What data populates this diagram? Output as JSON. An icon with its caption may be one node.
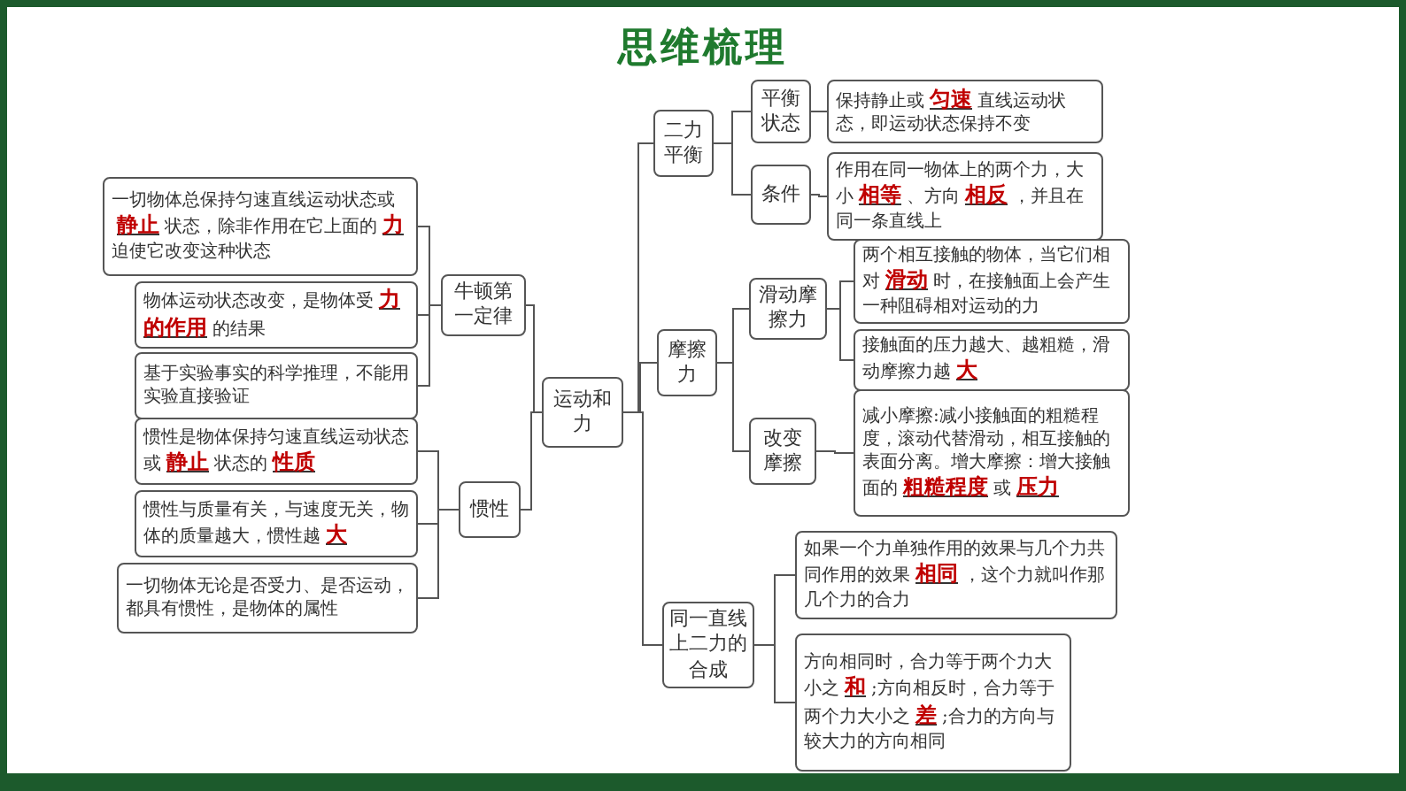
{
  "diagram": {
    "title": "思维梳理",
    "nodes": [
      {
        "text": [
          "运动和力"
        ]
      },
      {
        "text": [
          "牛顿第一定律"
        ]
      },
      {
        "text": [
          "一切物体总保持匀速直线运动状态或**静止**状态，除非作用在它上面的**力**迫使它改变这种状态"
        ]
      },
      {
        "text": [
          "物体运动状态改变，是物体受**力的作用**的结果"
        ]
      },
      {
        "text": [
          "基于实验事实的科学推理，不能用实验直接验证"
        ]
      },
      {
        "text": [
          "惯性"
        ]
      },
      {
        "text": [
          "惯性是物体保持匀速直线运动状态或**静止**状态的**性质**"
        ]
      },
      {
        "text": [
          "惯性与质量有关，与速度无关，物体的质量越大，惯性越**大**"
        ]
      },
      {
        "text": [
          "一切物体无论是否受力、是否运动，都具有惯性，是物体的属性"
        ]
      },
      {
        "text": [
          "二力平衡"
        ]
      },
      {
        "text": [
          "平衡状态"
        ]
      },
      {
        "text": [
          "保持静止或**匀速**直线运动状态，即运动状态保持不变"
        ]
      },
      {
        "text": [
          "条件"
        ]
      },
      {
        "text": [
          "作用在同一物体上的两个力，大小**相等**、方向**相反**，并且在同一条直线上"
        ]
      },
      {
        "text": [
          "摩擦力"
        ]
      },
      {
        "text": [
          "滑动摩擦力"
        ]
      },
      {
        "text": [
          "两个相互接触的物体，当它们相对**滑动**时，在接触面上会产生一种阻碍相对运动的力"
        ]
      },
      {
        "text": [
          "接触面的压力越大、越粗糙，滑动摩擦力越**大**"
        ]
      },
      {
        "text": [
          "改变摩擦"
        ]
      },
      {
        "text": [
          "减小摩擦:减小接触面的粗糙程度，滚动代替滑动，相互接触的表面分离。增大摩擦：增大接触面的**粗糙程度**或**压力**"
        ]
      },
      {
        "text": [
          "同一直线上二力的合成"
        ]
      },
      {
        "text": [
          "如果一个力单独作用的效果与几个力共同作用的效果**相同**，这个力就叫作那几个力的合力"
        ]
      },
      {
        "text": [
          "方向相同时，合力等于两个力大小之**和**;方向相反时，合力等于两个力大小之**差**;合力的方向与较大力的方向相同"
        ]
      }
    ],
    "edges": [
      {
        "from": 0,
        "to": 1,
        "arrow": "none"
      },
      {
        "from": 0,
        "to": 5,
        "arrow": "none"
      },
      {
        "from": 1,
        "to": 2,
        "arrow": "none"
      },
      {
        "from": 1,
        "to": 3,
        "arrow": "none"
      },
      {
        "from": 1,
        "to": 4,
        "arrow": "none"
      },
      {
        "from": 5,
        "to": 6,
        "arrow": "none"
      },
      {
        "from": 5,
        "to": 7,
        "arrow": "none"
      },
      {
        "from": 5,
        "to": 8,
        "arrow": "none"
      },
      {
        "from": 0,
        "to": 9,
        "arrow": "none"
      },
      {
        "from": 9,
        "to": 10,
        "arrow": "none"
      },
      {
        "from": 9,
        "to": 12,
        "arrow": "none"
      },
      {
        "from": 10,
        "to": 11,
        "arrow": "none"
      },
      {
        "from": 12,
        "to": 13,
        "arrow": "none"
      },
      {
        "from": 0,
        "to": 14,
        "arrow": "none"
      },
      {
        "from": 14,
        "to": 15,
        "arrow": "none"
      },
      {
        "from": 14,
        "to": 18,
        "arrow": "none"
      },
      {
        "from": 15,
        "to": 16,
        "arrow": "none"
      },
      {
        "from": 15,
        "to": 17,
        "arrow": "none"
      },
      {
        "from": 18,
        "to": 19,
        "arrow": "none"
      },
      {
        "from": 0,
        "to": 20,
        "arrow": "none"
      },
      {
        "from": 20,
        "to": 21,
        "arrow": "none"
      },
      {
        "from": 20,
        "to": 22,
        "arrow": "none"
      }
    ]
  }
}
